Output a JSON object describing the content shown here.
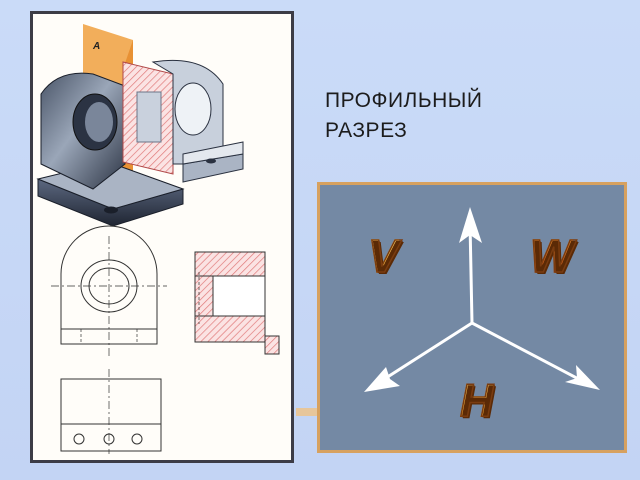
{
  "slide": {
    "title_line1": "ПРОФИЛЬНЫЙ",
    "title_line2": "РАЗРЕЗ"
  },
  "drawing": {
    "plane_label": "А"
  },
  "axes": {
    "plane_v": "V",
    "plane_w": "W",
    "plane_h": "H"
  },
  "colors": {
    "background": "#c6d7f7",
    "axes_box_fill": "#7489a4",
    "axes_box_border": "#d7a15f",
    "hatch": "#e07a7a",
    "section_plane": "#f0a040"
  }
}
